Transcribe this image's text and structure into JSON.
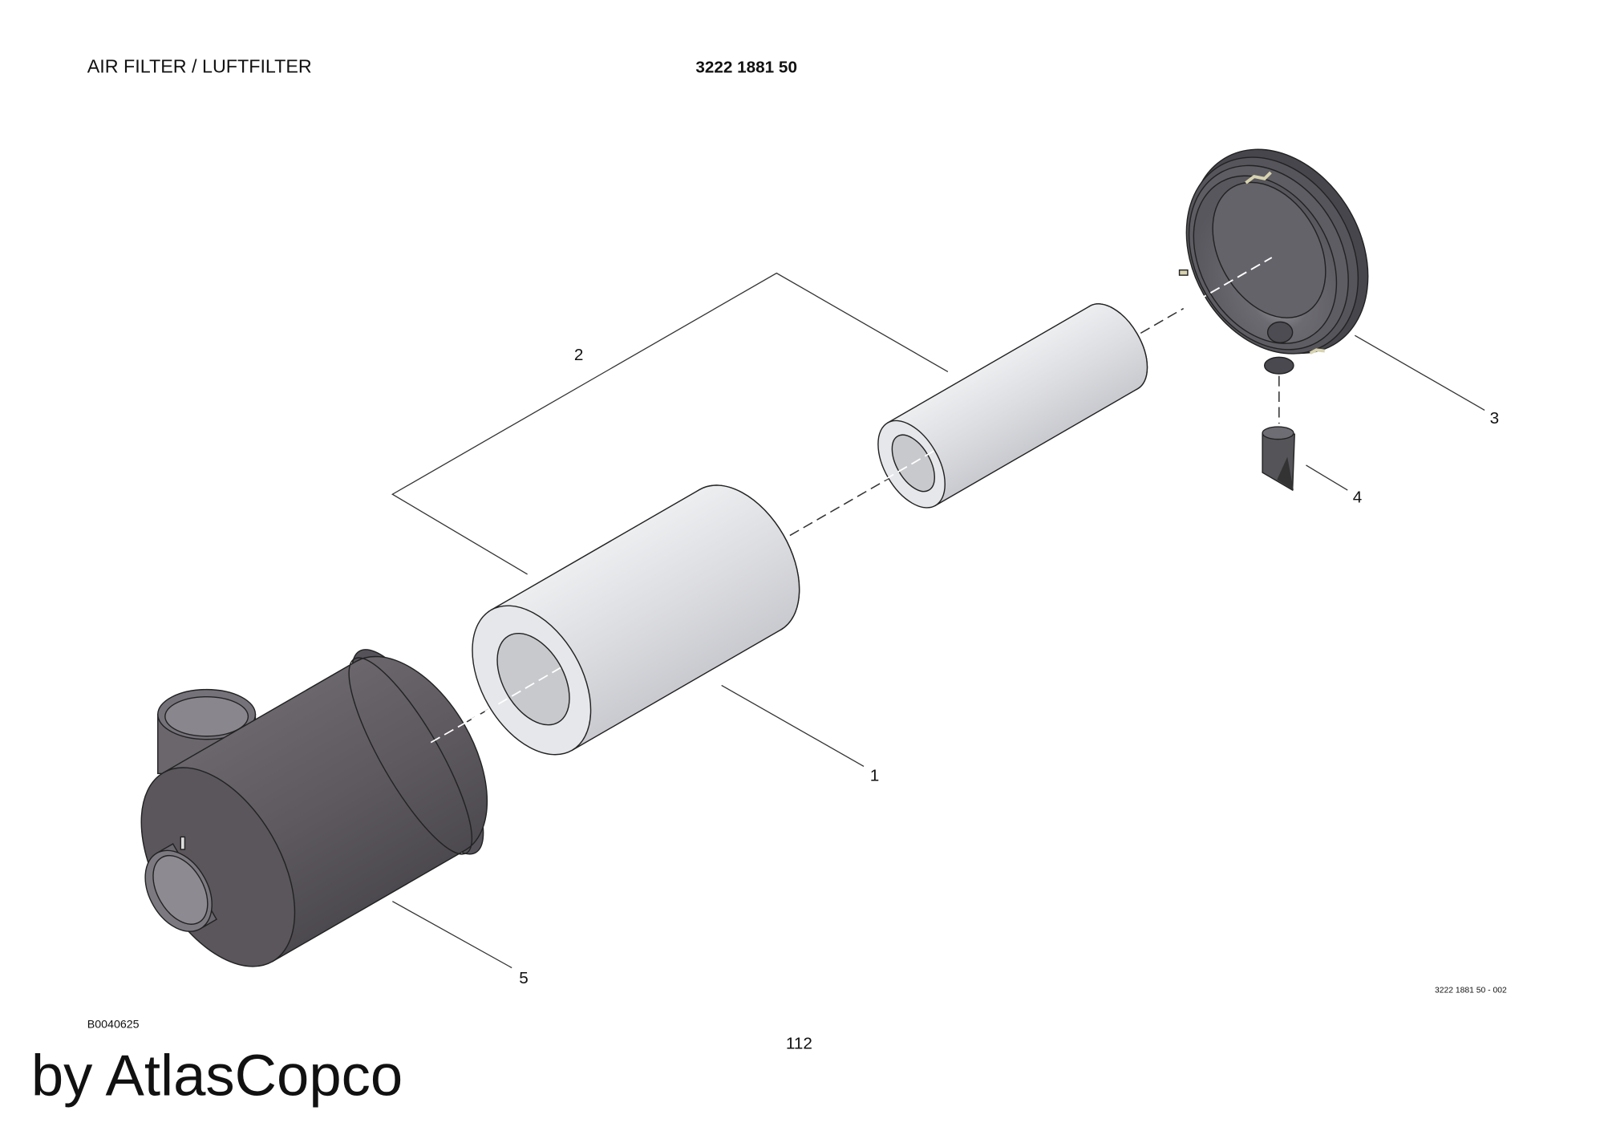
{
  "header": {
    "title": "AIR FILTER / LUFTFILTER",
    "part_number": "3222 1881 50"
  },
  "drawing": {
    "callouts": [
      "1",
      "2",
      "3",
      "4",
      "5"
    ],
    "drawing_ref": "3222 1881 50 - 002"
  },
  "footer": {
    "doc_code": "B0040625",
    "page_number": "112",
    "watermark": "by AtlasCopco"
  },
  "colors": {
    "housing": "#5f5b61",
    "filter_element": "#dedfe2",
    "cover": "#4f4e54"
  }
}
